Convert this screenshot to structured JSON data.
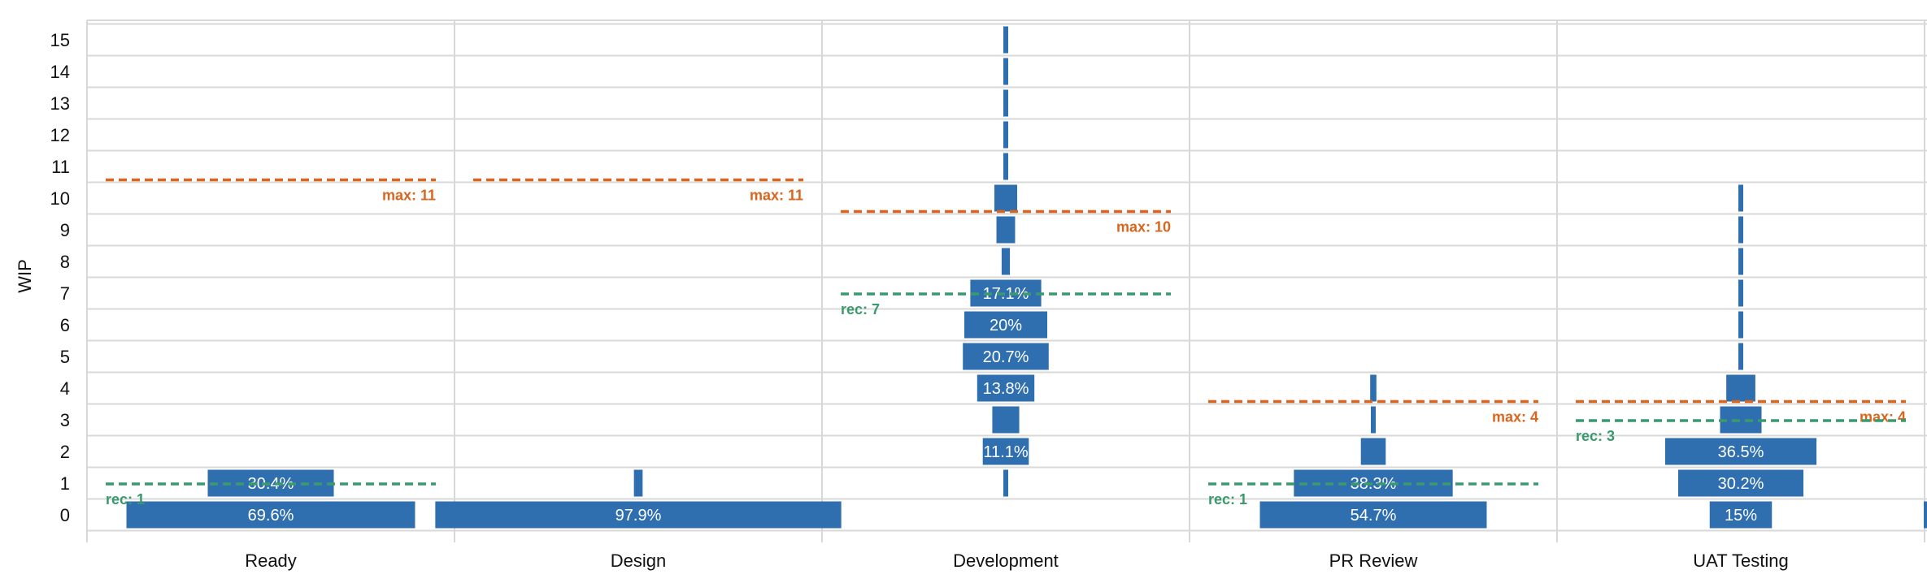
{
  "chart_data": {
    "type": "bar",
    "subtype": "violin-histogram",
    "xlabel": "",
    "ylabel": "WIP",
    "ylim": [
      0,
      15
    ],
    "yticks": [
      0,
      1,
      2,
      3,
      4,
      5,
      6,
      7,
      8,
      9,
      10,
      11,
      12,
      13,
      14,
      15
    ],
    "grid": true,
    "colors": {
      "bar": "#2f6fb0",
      "max": "#d9661f",
      "rec": "#3a9a6e",
      "grid": "#d8d8d8"
    },
    "categories": [
      {
        "name": "Ready",
        "bins": [
          {
            "wip": 0,
            "pct": 69.6,
            "label": "69.6%"
          },
          {
            "wip": 1,
            "pct": 30.4,
            "label": "30.4%"
          }
        ],
        "max": 11,
        "max_label": "max: 11",
        "rec": 1,
        "rec_label": "rec: 1"
      },
      {
        "name": "Design",
        "bins": [
          {
            "wip": 0,
            "pct": 97.9,
            "label": "97.9%"
          },
          {
            "wip": 1,
            "pct": 2.1,
            "label": ""
          }
        ],
        "max": 11,
        "max_label": "max: 11"
      },
      {
        "name": "Development",
        "bins": [
          {
            "wip": 1,
            "pct": 0.5,
            "label": ""
          },
          {
            "wip": 2,
            "pct": 11.1,
            "label": "11.1%"
          },
          {
            "wip": 3,
            "pct": 6.5,
            "label": ""
          },
          {
            "wip": 4,
            "pct": 13.8,
            "label": "13.8%"
          },
          {
            "wip": 5,
            "pct": 20.7,
            "label": "20.7%"
          },
          {
            "wip": 6,
            "pct": 20.0,
            "label": "20%"
          },
          {
            "wip": 7,
            "pct": 17.1,
            "label": "17.1%"
          },
          {
            "wip": 8,
            "pct": 2.0,
            "label": ""
          },
          {
            "wip": 9,
            "pct": 4.5,
            "label": ""
          },
          {
            "wip": 10,
            "pct": 5.5,
            "label": ""
          },
          {
            "wip": 11,
            "pct": 0.5,
            "label": ""
          },
          {
            "wip": 12,
            "pct": 0.5,
            "label": ""
          },
          {
            "wip": 13,
            "pct": 0.5,
            "label": ""
          },
          {
            "wip": 14,
            "pct": 0.5,
            "label": ""
          },
          {
            "wip": 15,
            "pct": 0.5,
            "label": ""
          }
        ],
        "max": 10,
        "max_label": "max: 10",
        "rec": 7,
        "rec_label": "rec: 7"
      },
      {
        "name": "PR Review",
        "bins": [
          {
            "wip": 0,
            "pct": 54.7,
            "label": "54.7%"
          },
          {
            "wip": 1,
            "pct": 38.3,
            "label": "38.3%"
          },
          {
            "wip": 2,
            "pct": 6.0,
            "label": ""
          },
          {
            "wip": 3,
            "pct": 0.5,
            "label": ""
          },
          {
            "wip": 4,
            "pct": 1.5,
            "label": ""
          }
        ],
        "max": 4,
        "max_label": "max: 4",
        "rec": 1,
        "rec_label": "rec: 1"
      },
      {
        "name": "UAT Testing",
        "bins": [
          {
            "wip": 0,
            "pct": 15.0,
            "label": "15%"
          },
          {
            "wip": 1,
            "pct": 30.2,
            "label": "30.2%"
          },
          {
            "wip": 2,
            "pct": 36.5,
            "label": "36.5%"
          },
          {
            "wip": 3,
            "pct": 10.0,
            "label": ""
          },
          {
            "wip": 4,
            "pct": 7.0,
            "label": ""
          },
          {
            "wip": 5,
            "pct": 0.8,
            "label": ""
          },
          {
            "wip": 6,
            "pct": 0.8,
            "label": ""
          },
          {
            "wip": 7,
            "pct": 0.8,
            "label": ""
          },
          {
            "wip": 8,
            "pct": 0.8,
            "label": ""
          },
          {
            "wip": 9,
            "pct": 0.8,
            "label": ""
          },
          {
            "wip": 10,
            "pct": 0.8,
            "label": ""
          }
        ],
        "max": 4,
        "max_label": "max: 4",
        "rec": 3,
        "rec_label": "rec: 3"
      }
    ]
  }
}
